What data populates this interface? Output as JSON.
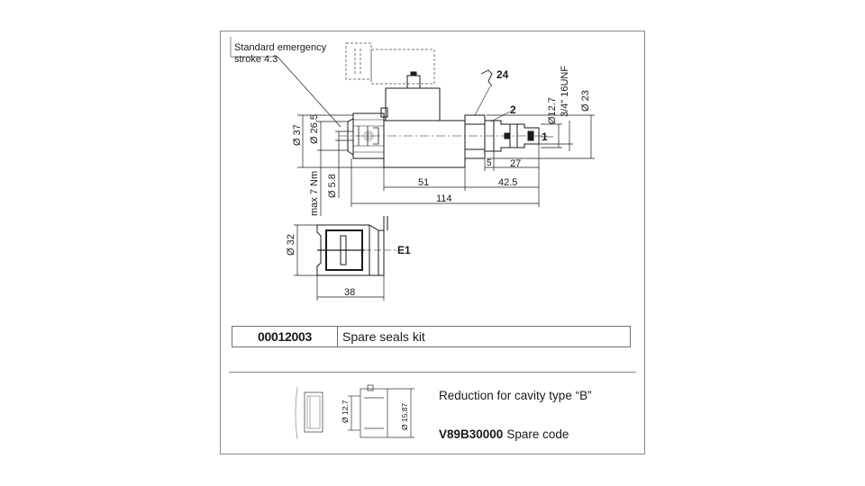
{
  "callouts": {
    "emergency_line1": "Standard emergency",
    "emergency_line2": "stroke 4.3",
    "wrench": "24",
    "port_2": "2",
    "port_1": "1",
    "connector_label": "E1"
  },
  "dimensions": {
    "d37": "Ø 37",
    "d26_5": "Ø 26.5",
    "d5_8": "Ø 5.8",
    "max_torque": "max 7 Nm",
    "d12_7": "Ø12.7",
    "thread": "3/4\" 16UNF",
    "d23": "Ø 23",
    "len_5": "5",
    "len_27": "27",
    "len_51": "51",
    "len_42_5": "42.5",
    "len_114": "114",
    "d32": "Ø 32",
    "len_38": "38",
    "red_d12_7": "Ø 12.7",
    "red_d15_87": "Ø 15.87"
  },
  "spare_kit": {
    "code": "00012003",
    "description": "Spare seals kit"
  },
  "reduction": {
    "description": "Reduction for cavity type “B”",
    "code": "V89B30000",
    "code_label": "Spare code"
  }
}
